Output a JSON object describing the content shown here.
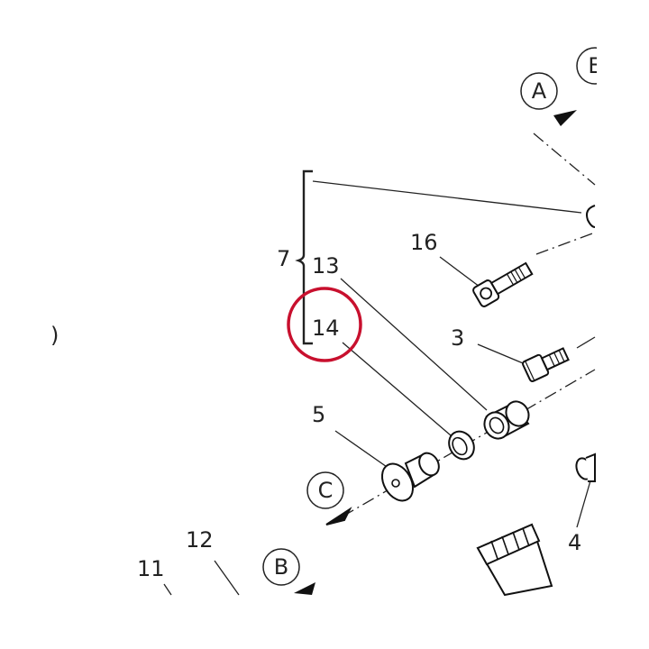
{
  "diagram": {
    "callouts": {
      "p3": "3",
      "p4": "4",
      "p5": "5",
      "p7": "7",
      "p11": "11",
      "p12": "12",
      "p13": "13",
      "p14": "14",
      "p16": "16"
    },
    "view_markers": {
      "a": "A",
      "b": "B",
      "c": "C",
      "e_partial": "E"
    },
    "highlight": {
      "target_callout": "14",
      "color": "#c8102e"
    },
    "stray_mark": ")"
  }
}
